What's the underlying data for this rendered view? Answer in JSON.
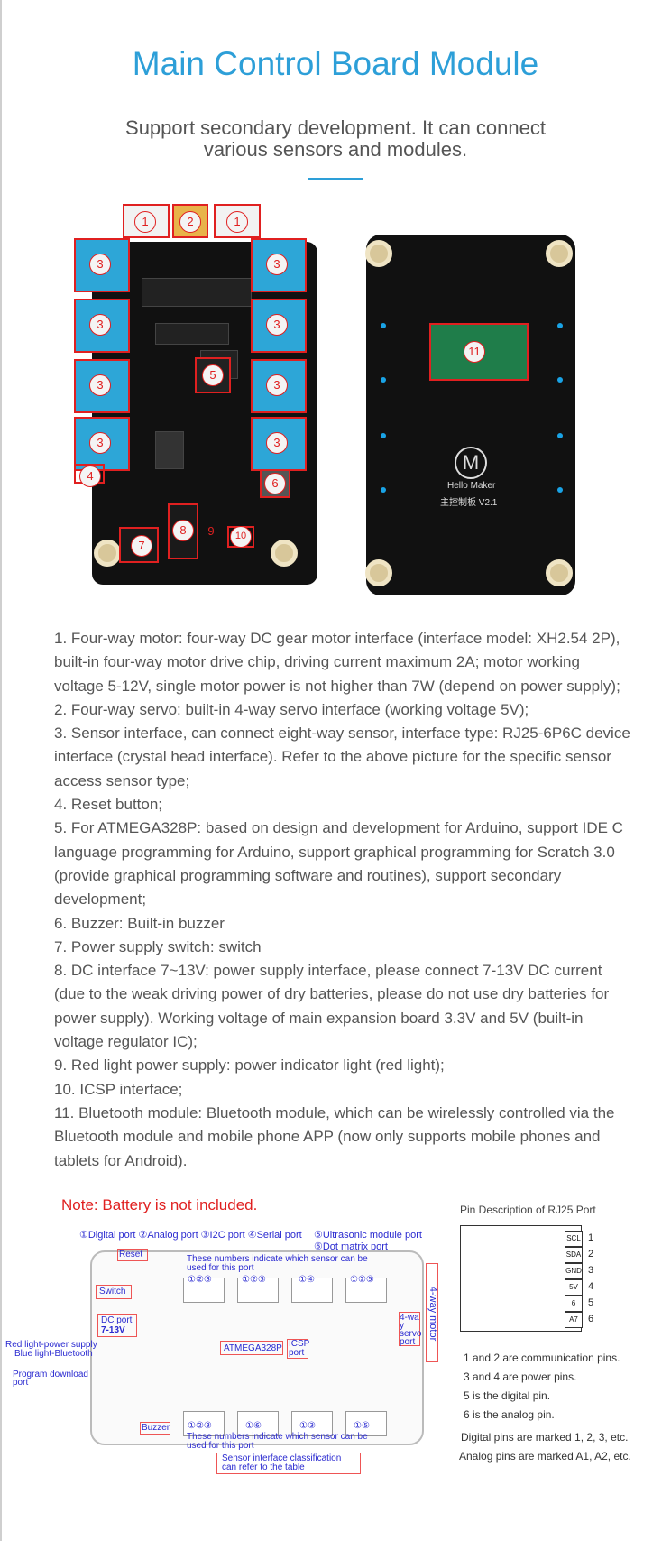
{
  "header": {
    "title": "Main Control Board Module",
    "subtitle_line1": "Support secondary development. It can connect",
    "subtitle_line2": "various sensors and modules."
  },
  "photo_front": {
    "badges": [
      "1",
      "2",
      "1",
      "3",
      "3",
      "3",
      "3",
      "3",
      "3",
      "3",
      "3",
      "4",
      "5",
      "6",
      "7",
      "8",
      "9",
      "10"
    ]
  },
  "photo_back": {
    "badge": "11",
    "logo_letter": "M",
    "brand": "Hello Maker",
    "board_name": "主控制板 V2.1"
  },
  "descriptions": [
    "1. Four-way motor: four-way DC gear motor interface (interface model: XH2.54 2P), built-in four-way motor drive chip, driving current maximum 2A; motor working voltage 5-12V, single motor power is not higher than 7W (depend on power supply);",
    "2. Four-way servo: built-in 4-way servo interface (working voltage 5V);",
    "3. Sensor interface, can connect eight-way sensor, interface type: RJ25-6P6C device interface (crystal head interface). Refer to the above picture for the specific sensor access sensor type;",
    "4. Reset button;",
    "5. For ATMEGA328P: based on design and development for Arduino, support IDE C language programming for Arduino, support graphical programming for Scratch 3.0 (provide graphical programming software and routines), support secondary development;",
    "6. Buzzer: Built-in buzzer",
    "7. Power supply switch: switch",
    "8. DC interface 7~13V: power supply interface, please connect 7-13V DC current (due to the weak driving power of dry batteries, please do not use dry batteries for power supply). Working voltage of main expansion board 3.3V and 5V (built-in voltage regulator IC);",
    "9. Red light power supply: power indicator light (red light);",
    "10. ICSP interface;",
    "11. Bluetooth module: Bluetooth module, which can be wirelessly controlled via the Bluetooth module and mobile phone APP (now only supports mobile phones and tablets for Android)."
  ],
  "note": "Note: Battery is not included.",
  "diagram": {
    "legend_top": "①Digital port ②Analog port ③I2C port ④Serial port",
    "legend_ultra": "⑤Ultrasonic module port",
    "legend_dot": "⑥Dot matrix port",
    "reset": "Reset",
    "numbers_note_top_1": "These numbers indicate which sensor can be",
    "numbers_note_top_2": "used for this port",
    "port_codes_top": [
      "①②③",
      "①②③",
      "①④",
      "①②⑤"
    ],
    "switch": "Switch",
    "dc_port_1": "DC port",
    "dc_port_2": "7-13V",
    "red_light": "Red light-power supply",
    "blue_light": "Blue light-Bluetooth",
    "program_download_1": "Program download",
    "program_download_2": "port",
    "atmega": "ATMEGA328P",
    "icsp_1": "ICSP",
    "icsp_2": "port",
    "servo_1": "4-wa",
    "servo_2": "y",
    "servo_3": "servo",
    "servo_4": "port",
    "motor_vertical": "4-way motor",
    "buzzer": "Buzzer",
    "port_codes_bottom": [
      "①②③",
      "①⑥",
      "①③",
      "①⑤"
    ],
    "numbers_note_bottom_1": "These numbers indicate which sensor can be",
    "numbers_note_bottom_2": "used for this port",
    "classification_1": "Sensor interface classification",
    "classification_2": "can refer to the table"
  },
  "rj25": {
    "title": "Pin Description of RJ25 Port",
    "pins": [
      {
        "label": "SCL",
        "num": "1"
      },
      {
        "label": "SDA",
        "num": "2"
      },
      {
        "label": "GND",
        "num": "3"
      },
      {
        "label": "5V",
        "num": "4"
      },
      {
        "label": "6",
        "num": "5"
      },
      {
        "label": "A7",
        "num": "6"
      }
    ],
    "notes": [
      "1 and 2 are communication pins.",
      "3 and 4 are power pins.",
      "5 is the digital pin.",
      "6 is the analog pin.",
      "Digital pins are marked 1, 2, 3, etc.",
      "Analog pins are marked A1, A2, etc."
    ]
  }
}
